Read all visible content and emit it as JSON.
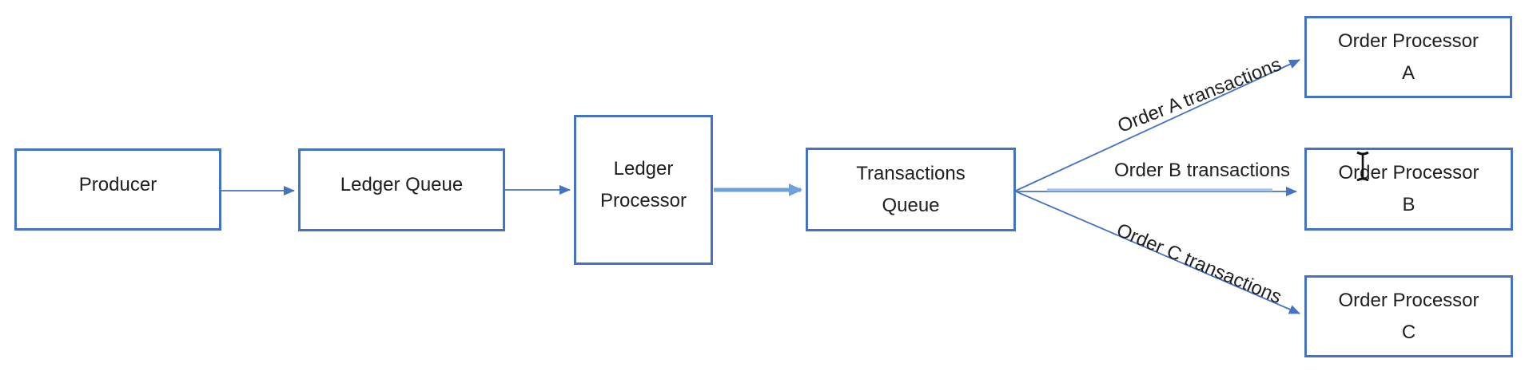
{
  "diagram": {
    "nodes": {
      "producer": {
        "lines": [
          "Producer"
        ]
      },
      "ledger_queue": {
        "lines": [
          "Ledger Queue"
        ]
      },
      "ledger_processor": {
        "lines": [
          "Ledger",
          "Processor"
        ]
      },
      "transactions_queue": {
        "lines": [
          "Transactions",
          "Queue"
        ]
      },
      "order_processor_a": {
        "lines": [
          "Order Processor",
          "A"
        ]
      },
      "order_processor_b": {
        "lines": [
          "Order Processor",
          "B"
        ]
      },
      "order_processor_c": {
        "lines": [
          "Order Processor",
          "C"
        ]
      }
    },
    "edge_labels": {
      "a": "Order A transactions",
      "b": "Order B transactions",
      "c": "Order C transactions"
    },
    "colors": {
      "shape_border": "#4472C4",
      "thin_arrow": "#4472C4",
      "thick_arrow": "#6BA1DC",
      "highlight_segment": "#A9C6EC",
      "text": "#1F1F1F",
      "background": "#FFFFFF"
    },
    "cursor": {
      "icon": "text-ibeam-cursor"
    }
  }
}
